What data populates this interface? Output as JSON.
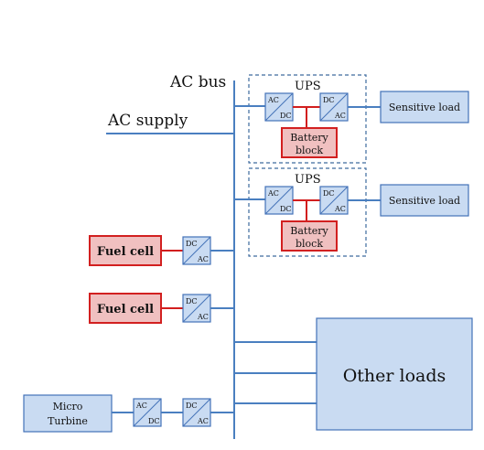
{
  "bus": {
    "ac_bus_label": "AC bus",
    "ac_supply_label": "AC supply"
  },
  "ups": [
    {
      "title": "UPS",
      "rectifier": {
        "top": "AC",
        "bottom": "DC"
      },
      "inverter": {
        "top": "DC",
        "bottom": "AC"
      },
      "battery": [
        "Battery",
        "block"
      ],
      "load": "Sensitive load"
    },
    {
      "title": "UPS",
      "rectifier": {
        "top": "AC",
        "bottom": "DC"
      },
      "inverter": {
        "top": "DC",
        "bottom": "AC"
      },
      "battery": [
        "Battery",
        "block"
      ],
      "load": "Sensitive load"
    }
  ],
  "fuel_cells": [
    {
      "label": "Fuel cell",
      "converter": {
        "top": "DC",
        "bottom": "AC"
      }
    },
    {
      "label": "Fuel cell",
      "converter": {
        "top": "DC",
        "bottom": "AC"
      }
    }
  ],
  "micro_turbine": {
    "label": [
      "Micro",
      "Turbine"
    ],
    "converter1": {
      "top": "AC",
      "bottom": "DC"
    },
    "converter2": {
      "top": "DC",
      "bottom": "AC"
    }
  },
  "other_loads": "Other loads",
  "colors": {
    "wire": "#4a7fc0",
    "source_fill": "#f0c0c0",
    "source_border": "#d22020",
    "block_fill": "#c9dbf2",
    "block_border": "#4472b8"
  }
}
